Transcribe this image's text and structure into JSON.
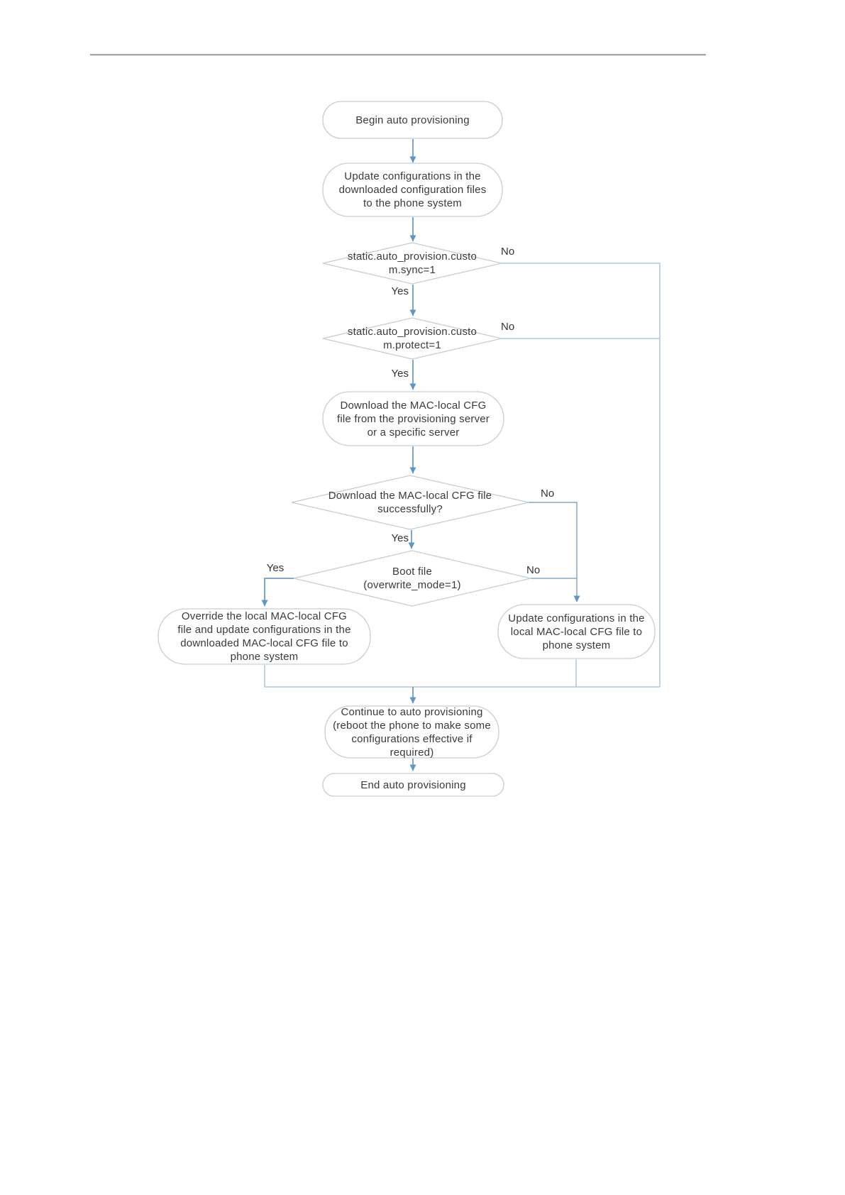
{
  "flowchart": {
    "nodes": {
      "begin": {
        "label": "Begin auto provisioning"
      },
      "update_downloaded": {
        "label": "Update configurations in the\ndownloaded configuration files\nto the phone system"
      },
      "decision_sync": {
        "label": "static.auto_provision.custo\nm.sync=1"
      },
      "decision_protect": {
        "label": "static.auto_provision.custo\nm.protect=1"
      },
      "download_cfg": {
        "label": "Download the MAC-local CFG\nfile from the provisioning server\nor a specific server"
      },
      "decision_success": {
        "label": "Download the MAC-local CFG file\nsuccessfully?"
      },
      "decision_bootfile": {
        "label": "Boot file\n(overwrite_mode=1)"
      },
      "override_local": {
        "label": "Override the local MAC-local CFG\nfile and update configurations in the\ndownloaded MAC-local CFG file to\nphone system"
      },
      "update_local": {
        "label": "Update configurations in the\nlocal MAC-local CFG file to\nphone system"
      },
      "continue": {
        "label": "Continue to auto provisioning\n(reboot the phone to make some\nconfigurations effective if\nrequired)"
      },
      "end": {
        "label": "End auto provisioning"
      }
    },
    "branches": {
      "sync_yes": "Yes",
      "sync_no": "No",
      "protect_yes": "Yes",
      "protect_no": "No",
      "success_yes": "Yes",
      "success_no": "No",
      "boot_yes": "Yes",
      "boot_no": "No"
    },
    "colors": {
      "arrow": "#6d9dc9",
      "connector": "#a2bcd4",
      "shape_border": "#c2cdd6",
      "shape_fill": "#ffffff",
      "text": "#3a3a3a",
      "header_rule": "#a6a6a6"
    }
  }
}
